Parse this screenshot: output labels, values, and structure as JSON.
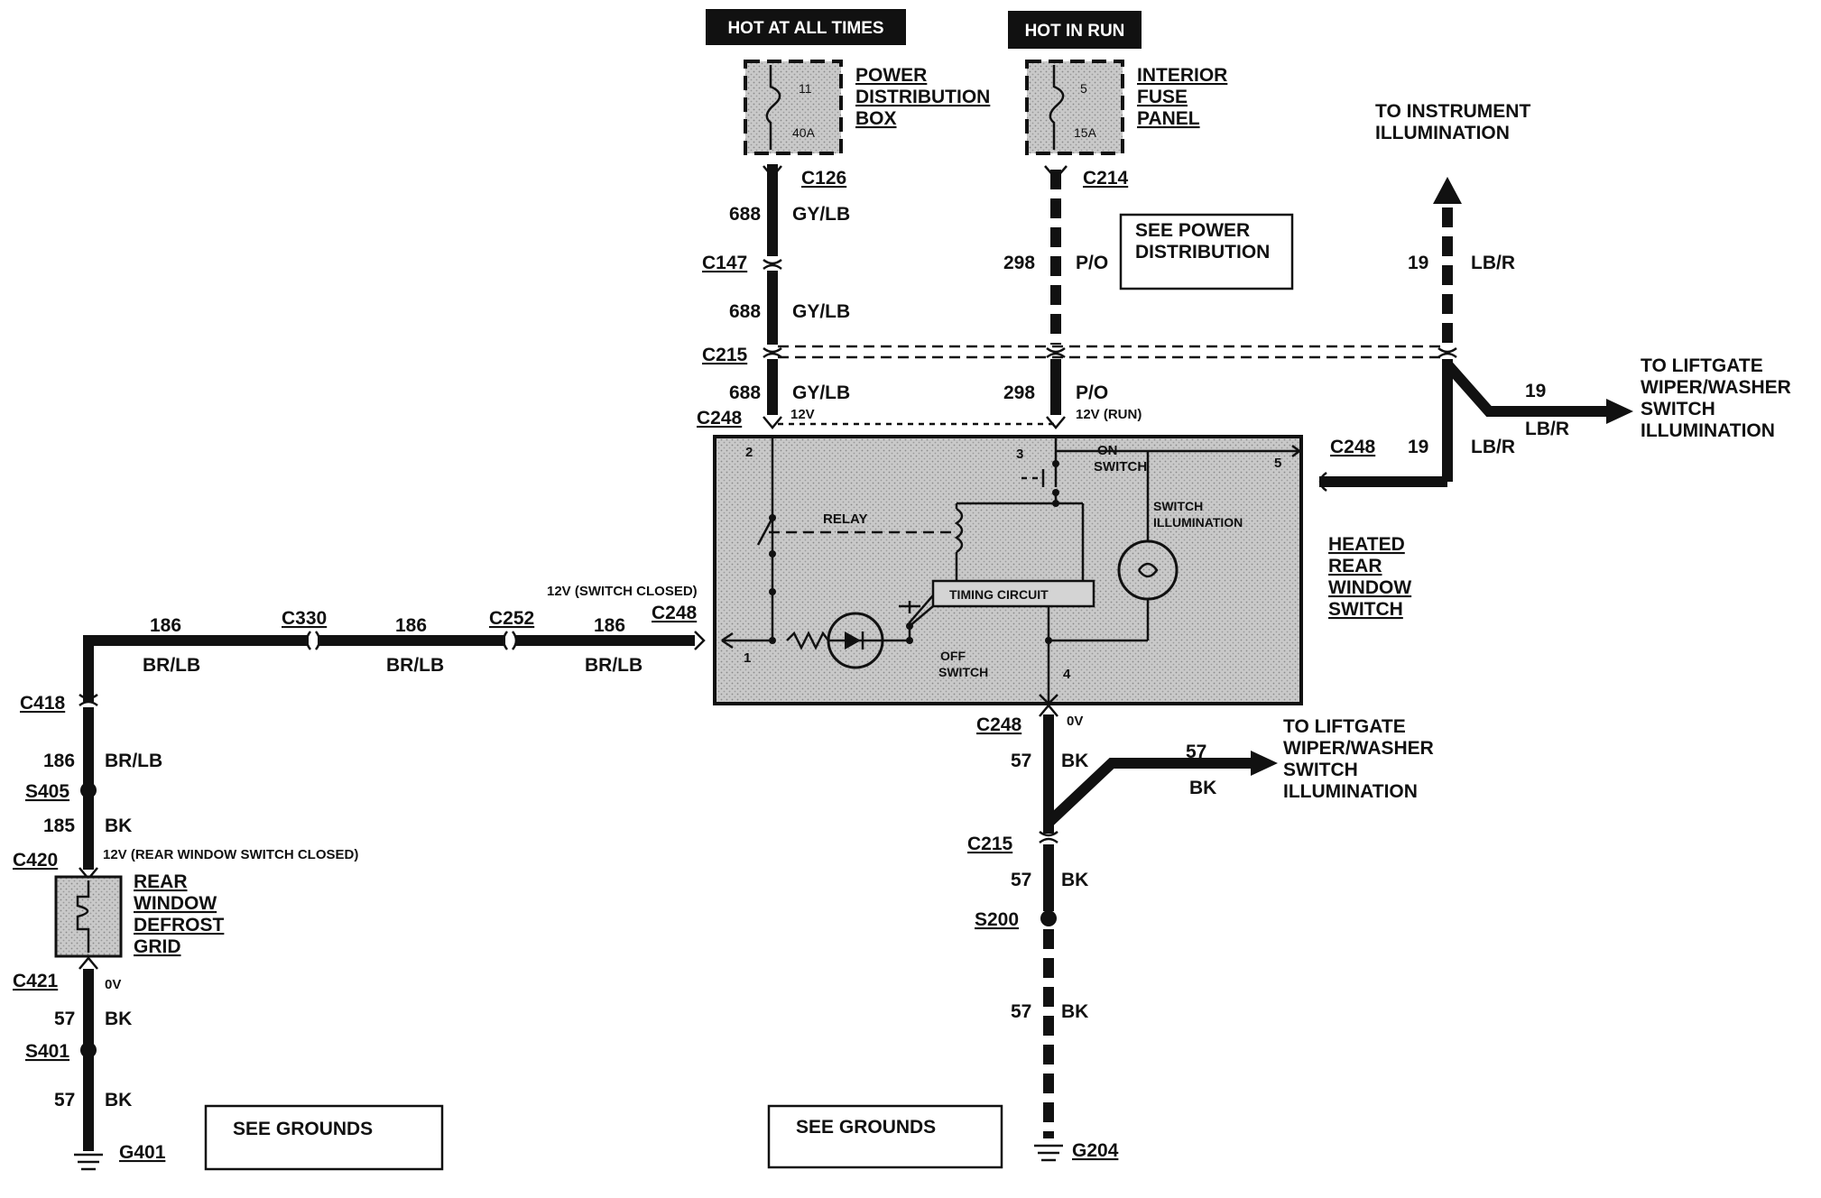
{
  "power": {
    "hot_at_all_times": "HOT AT ALL TIMES",
    "hot_in_run": "HOT IN RUN",
    "pdb": {
      "l1": "POWER",
      "l2": "DISTRIBUTION",
      "l3": "BOX",
      "fuse_num": "11",
      "fuse_amp": "40A"
    },
    "ifp": {
      "l1": "INTERIOR",
      "l2": "FUSE",
      "l3": "PANEL",
      "fuse_num": "5",
      "fuse_amp": "15A"
    },
    "see_power": {
      "l1": "SEE POWER",
      "l2": "DISTRIBUTION"
    }
  },
  "connectors": {
    "c126": "C126",
    "c214": "C214",
    "c147": "C147",
    "c215": "C215",
    "c248": "C248",
    "c330": "C330",
    "c252": "C252",
    "c418": "C418",
    "c420": "C420",
    "c421": "C421"
  },
  "splices": {
    "s405": "S405",
    "s401": "S401",
    "s200": "S200"
  },
  "grounds": {
    "g401": "G401",
    "g204": "G204",
    "see_grounds": "SEE  GROUNDS"
  },
  "wires": {
    "w688": "688",
    "gylb": "GY/LB",
    "w298": "298",
    "po": "P/O",
    "w19": "19",
    "lbr": "LB/R",
    "w186": "186",
    "brlb": "BR/LB",
    "w185": "185",
    "w57": "57",
    "bk": "BK"
  },
  "voltages": {
    "v12": "12V",
    "v12_run": "12V (RUN)",
    "v12_switch_closed": "12V (SWITCH CLOSED)",
    "v12_rear_closed": "12V (REAR WINDOW SWITCH CLOSED)",
    "v0": "0V"
  },
  "destinations": {
    "instrument": {
      "l1": "TO INSTRUMENT",
      "l2": "ILLUMINATION"
    },
    "liftgate": {
      "l1": "TO LIFTGATE",
      "l2": "WIPER/WASHER",
      "l3": "SWITCH",
      "l4": "ILLUMINATION"
    }
  },
  "switch": {
    "name": {
      "l1": "HEATED",
      "l2": "REAR",
      "l3": "WINDOW",
      "l4": "SWITCH"
    },
    "relay": "RELAY",
    "on_switch": {
      "l1": "ON",
      "l2": "SWITCH"
    },
    "off_switch": {
      "l1": "OFF",
      "l2": "SWITCH"
    },
    "switch_illum": {
      "l1": "SWITCH",
      "l2": "ILLUMINATION"
    },
    "timing_circuit": "TIMING CIRCUIT",
    "pins": {
      "p1": "1",
      "p2": "2",
      "p3": "3",
      "p4": "4",
      "p5": "5"
    }
  },
  "defrost_grid": {
    "l1": "REAR",
    "l2": "WINDOW",
    "l3": "DEFROST",
    "l4": "GRID"
  },
  "colors": {
    "ink": "#111111",
    "component_fill": "#c8c8c8",
    "background": "#ffffff"
  }
}
